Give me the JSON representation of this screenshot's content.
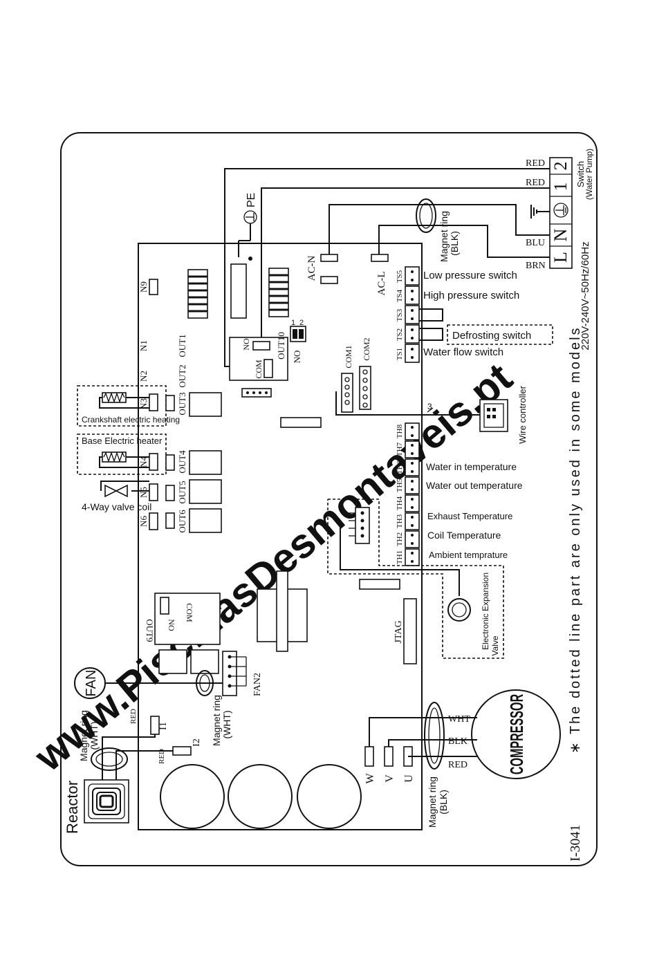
{
  "outline_color": "#111111",
  "watermark_color": "#6e78dc",
  "labels": {
    "watermark": "www.PiscinasDesmontaveis.pt",
    "footnote": "∗ The dotted line part are only used in some models",
    "model_code": "I-3041",
    "power_spec": "220V-240V~50Hz/60Hz",
    "switch": "Switch",
    "water_pump": "(Water Pump)",
    "red_top": "RED",
    "red_second": "RED",
    "blu": "BLU",
    "brn": "BRN",
    "term_1": "1",
    "term_2": "2",
    "term_l": "L",
    "term_n": "N",
    "pe": "PE",
    "magnet_ring_top": "Magnet ring",
    "blk_top": "(BLK)",
    "ac_n": "AC-N",
    "ac_l": "AC-L",
    "ts5": "TS5",
    "ts4": "TS4",
    "ts3": "TS3",
    "ts2": "TS2",
    "ts1": "TS1",
    "low_pressure": "Low pressure switch",
    "high_pressure": "High pressure switch",
    "defrosting": "Defrosting switch",
    "water_flow": "Water flow switch",
    "com1": "COM1",
    "com2": "COM2",
    "out10": "OUT10",
    "no_out10": "NO",
    "com_out10": "COM",
    "no_lower": "NO",
    "dip_1": "1",
    "dip_2": "2",
    "n9": "N9",
    "n1": "N1",
    "n2": "N2",
    "n3": "N3",
    "n4": "N4",
    "n5": "N5",
    "n6": "N6",
    "out1": "OUT1",
    "out2": "OUT2",
    "out3": "OUT3",
    "out4": "OUT4",
    "out5": "OUT5",
    "out6": "OUT6",
    "crankshaft": "Crankshaft electric heating",
    "base_heater": "Base Electric heater",
    "four_way": "4-Way valve coil",
    "wire_count": "3",
    "wire_controller": "Wire controller",
    "th8": "TH8",
    "th7": "TH7",
    "th6": "TH6",
    "th5": "TH5",
    "th4": "TH4",
    "th3": "TH3",
    "th2": "TH2",
    "th1": "TH1",
    "water_in": "Water in temperature",
    "water_out": "Water out temperature",
    "exhaust": "Exhaust Temperature",
    "coil": "Coil Temperature",
    "ambient": "Ambient temprature",
    "electronic_expansion": "Electronic Expansion",
    "valve": "Valve",
    "jtag": "JTAG",
    "out9": "OUT9",
    "no_out9": "NO",
    "com_out9": "COM",
    "fan": "FAN",
    "fan2": "FAN2",
    "magnet_ring_fan": "Magnet ring",
    "wht_fan": "(WHT)",
    "magnet_ring_reactor": "Magnet ring",
    "wht_reactor": "(WHT)",
    "red_i1": "RED",
    "red_i2": "RED",
    "i1": "I1",
    "i2": "I2",
    "reactor": "Reactor",
    "w": "W",
    "v": "V",
    "u": "U",
    "wht_comp": "WHT",
    "blk_comp": "BLK",
    "red_comp": "RED",
    "magnet_ring_comp": "Magnet ring",
    "blk_comp_ring": "(BLK)",
    "compressor": "COMPRESSOR"
  }
}
